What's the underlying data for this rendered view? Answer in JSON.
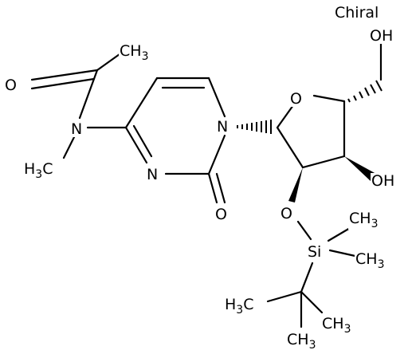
{
  "molecule": {
    "stereo_flag": "Chiral",
    "atoms": {
      "c_ch3_acetyl": "CH3",
      "o_carbonyl": "O",
      "n_amide": "N",
      "c_ch3_nmethyl": "H3C",
      "n3_pyrimidine": "N",
      "o2_pyrimidine": "O",
      "n1_pyrimidine": "N",
      "o_ring": "O",
      "oh_5prime": "OH",
      "oh_3prime": "OH",
      "o_silyl": "O",
      "si": "Si",
      "c_ch3_si_1": "CH3",
      "c_ch3_si_2": "CH3",
      "c_ch3_tbu_left": "H3C",
      "c_ch3_tbu_right": "CH3",
      "c_ch3_tbu_bottom": "CH3"
    }
  }
}
